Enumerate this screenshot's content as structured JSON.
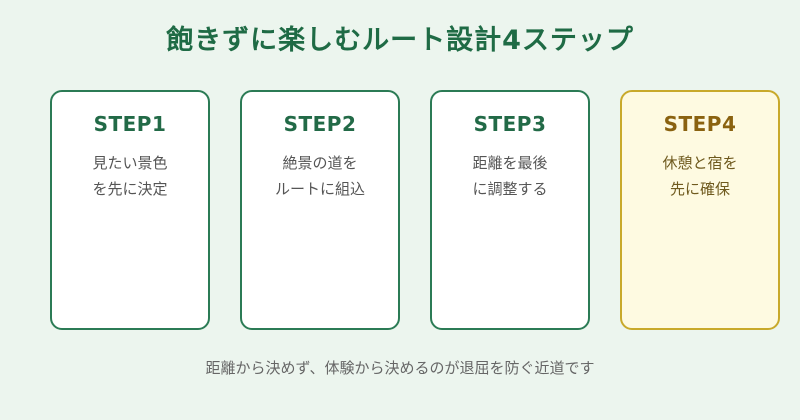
{
  "title": "飽きずに楽しむルート設計4ステップ",
  "steps": [
    {
      "label": "STEP1",
      "lines": [
        "見たい景色",
        "を先に決定"
      ]
    },
    {
      "label": "STEP2",
      "lines": [
        "絶景の道を",
        "ルートに組込"
      ]
    },
    {
      "label": "STEP3",
      "lines": [
        "距離を最後",
        "に調整する"
      ]
    },
    {
      "label": "STEP4",
      "lines": [
        "休憩と宿を",
        "先に確保"
      ]
    }
  ],
  "footnote": "距離から決めず、体験から決めるのが退屈を防ぐ近道です",
  "colors": {
    "background": "#ecf5ee",
    "accent_green": "#1f6b45",
    "highlight_border": "#c8a92b",
    "highlight_fill": "#fefae1"
  }
}
